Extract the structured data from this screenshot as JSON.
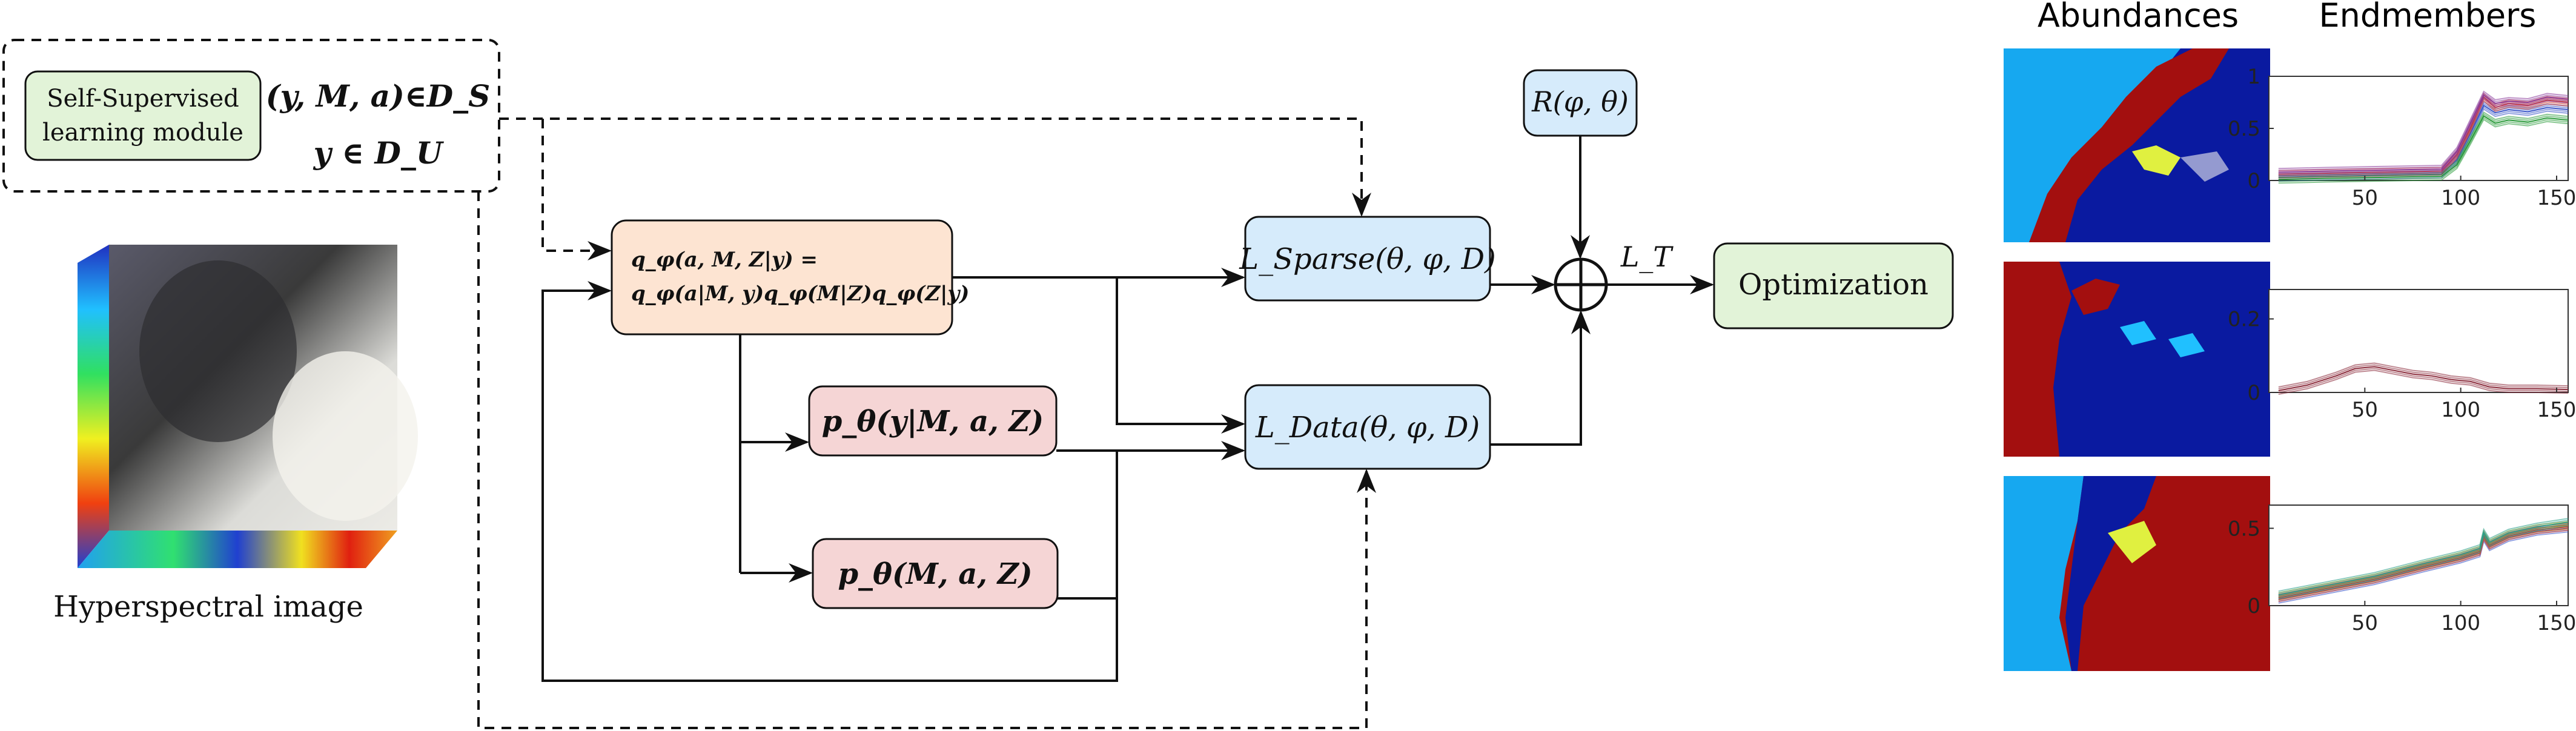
{
  "module": {
    "self_supervised_line1": "Self-Supervised",
    "self_supervised_line2": "learning module",
    "dataset_s": "(y, M, a)∈D_S",
    "dataset_u": "y ∈ D_U"
  },
  "hsi": {
    "caption": "Hyperspectral image"
  },
  "encoder": {
    "line1": "q_φ(a, M, Z|y) =",
    "line2": "q_φ(a|M, y)q_φ(M|Z)q_φ(Z|y)"
  },
  "decoders": {
    "likelihood": "p_θ(y|M, a, Z)",
    "prior": "p_θ(M, a, Z)"
  },
  "losses": {
    "sparse": "L_Sparse(θ, φ, D)",
    "data": "L_Data(θ, φ, D)",
    "regularizer": "R(φ, θ)",
    "total": "L_T",
    "sum_symbol": "+"
  },
  "optimization": {
    "label": "Optimization"
  },
  "results": {
    "abundances_title": "Abundances",
    "endmembers_title": "Endmembers"
  },
  "colors": {
    "green_box": "#e2f3d8",
    "orange_box": "#fde4d2",
    "pink_box": "#f5d5d5",
    "blue_box": "#d6ebfb"
  },
  "chart_data": [
    {
      "type": "line",
      "xlim": [
        0,
        156
      ],
      "ylim": [
        0,
        1
      ],
      "xticks": [
        50,
        100,
        150
      ],
      "yticks": [
        0,
        0.5,
        1
      ],
      "xtick_labels": [
        "50",
        "100",
        "150"
      ],
      "ytick_labels": [
        "0",
        "0.5",
        "1"
      ],
      "series": [
        {
          "color": "#3a56c8",
          "x": [
            5,
            30,
            60,
            90,
            98,
            105,
            112,
            118,
            125,
            135,
            145,
            156
          ],
          "y": [
            0.03,
            0.04,
            0.05,
            0.06,
            0.2,
            0.45,
            0.72,
            0.65,
            0.68,
            0.66,
            0.7,
            0.68
          ]
        },
        {
          "color": "#d23a2a",
          "x": [
            5,
            30,
            60,
            90,
            98,
            105,
            112,
            118,
            125,
            135,
            145,
            156
          ],
          "y": [
            0.06,
            0.07,
            0.08,
            0.09,
            0.25,
            0.5,
            0.8,
            0.7,
            0.74,
            0.72,
            0.77,
            0.75
          ]
        },
        {
          "color": "#2a9a3a",
          "x": [
            5,
            30,
            60,
            90,
            98,
            105,
            112,
            118,
            125,
            135,
            145,
            156
          ],
          "y": [
            0.01,
            0.02,
            0.03,
            0.04,
            0.15,
            0.38,
            0.62,
            0.55,
            0.58,
            0.56,
            0.6,
            0.58
          ]
        },
        {
          "color": "#8a3a9a",
          "x": [
            5,
            30,
            60,
            90,
            98,
            105,
            112,
            118,
            125,
            135,
            145,
            156
          ],
          "y": [
            0.08,
            0.09,
            0.1,
            0.11,
            0.28,
            0.55,
            0.82,
            0.74,
            0.76,
            0.75,
            0.8,
            0.78
          ]
        }
      ]
    },
    {
      "type": "line",
      "xlim": [
        0,
        156
      ],
      "ylim": [
        0,
        0.28
      ],
      "xticks": [
        50,
        100,
        150
      ],
      "yticks": [
        0,
        0.2
      ],
      "xtick_labels": [
        "50",
        "100",
        "150"
      ],
      "ytick_labels": [
        "0",
        "0.2"
      ],
      "series": [
        {
          "color": "#8a2a3a",
          "x": [
            5,
            20,
            35,
            45,
            55,
            65,
            75,
            85,
            95,
            105,
            115,
            125,
            140,
            156
          ],
          "y": [
            0.005,
            0.02,
            0.045,
            0.065,
            0.07,
            0.06,
            0.05,
            0.045,
            0.035,
            0.03,
            0.015,
            0.01,
            0.01,
            0.008
          ]
        }
      ]
    },
    {
      "type": "line",
      "xlim": [
        0,
        156
      ],
      "ylim": [
        0,
        0.65
      ],
      "xticks": [
        50,
        100,
        150
      ],
      "yticks": [
        0,
        0.5
      ],
      "xtick_labels": [
        "50",
        "100",
        "150"
      ],
      "ytick_labels": [
        "0",
        "0.5"
      ],
      "series": [
        {
          "color": "#3a56c8",
          "x": [
            5,
            30,
            55,
            80,
            100,
            110,
            112,
            115,
            125,
            140,
            156
          ],
          "y": [
            0.04,
            0.1,
            0.16,
            0.24,
            0.3,
            0.34,
            0.44,
            0.38,
            0.44,
            0.48,
            0.5
          ]
        },
        {
          "color": "#d8b020",
          "x": [
            5,
            30,
            55,
            80,
            100,
            110,
            112,
            115,
            125,
            140,
            156
          ],
          "y": [
            0.06,
            0.12,
            0.18,
            0.26,
            0.32,
            0.36,
            0.46,
            0.4,
            0.46,
            0.5,
            0.52
          ]
        },
        {
          "color": "#d23a2a",
          "x": [
            5,
            30,
            55,
            80,
            100,
            110,
            112,
            115,
            125,
            140,
            156
          ],
          "y": [
            0.05,
            0.11,
            0.17,
            0.25,
            0.31,
            0.35,
            0.45,
            0.39,
            0.45,
            0.49,
            0.51
          ]
        },
        {
          "color": "#2aa08a",
          "x": [
            5,
            30,
            55,
            80,
            100,
            110,
            112,
            115,
            125,
            140,
            156
          ],
          "y": [
            0.07,
            0.13,
            0.19,
            0.27,
            0.33,
            0.37,
            0.47,
            0.41,
            0.47,
            0.51,
            0.54
          ]
        }
      ]
    }
  ]
}
